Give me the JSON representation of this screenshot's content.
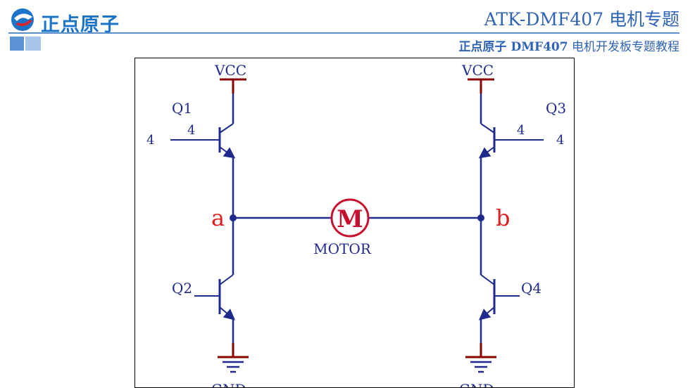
{
  "header": {
    "logo_text": "正点原子",
    "title": "ATK-DMF407 电机专题",
    "subtitle_bold": "正点原子 DMF407",
    "subtitle_rest": " 电机开发板专题教程"
  },
  "diagram": {
    "vcc_left": "VCC",
    "vcc_right": "VCC",
    "q1": "Q1",
    "q2": "Q2",
    "q3": "Q3",
    "q4": "Q4",
    "q1_pin": "4",
    "q1_net": "4",
    "q3_pin": "4",
    "q3_net": "4",
    "motor_symbol": "M",
    "motor_label": "MOTOR",
    "node_a": "a",
    "node_b": "b",
    "gnd_left": "GND",
    "gnd_right": "GND"
  },
  "colors": {
    "brand_blue": "#1c74c9",
    "title_blue": "#2f63b6",
    "wire": "#1f2a8c",
    "red_stub": "#8b0000",
    "motor_red": "#c8102e",
    "node_label_red": "#e01e1e"
  }
}
